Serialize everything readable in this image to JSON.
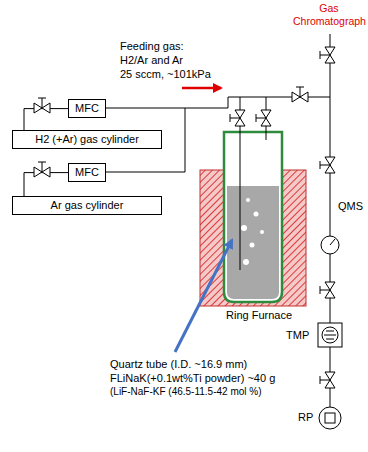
{
  "diagram": {
    "nodes": [
      {
        "text": [
          "MFC"
        ]
      },
      {
        "text": [
          "H2 (+Ar) gas cylinder"
        ]
      },
      {
        "text": [
          "MFC"
        ]
      },
      {
        "text": [
          "Ar gas cylinder"
        ]
      }
    ],
    "edges": [
      {
        "from": 1,
        "to": 0,
        "arrow": "none"
      },
      {
        "from": 3,
        "to": 2,
        "arrow": "none"
      }
    ],
    "labels": [
      "Gas Chromatograph",
      "Feeding gas:",
      "H2/Ar and Ar",
      "25 sccm, ~101kPa",
      "QMS",
      "Ring Furnace",
      "Quartz tube (I.D. ~16.9 mm)",
      "FLiNaK(+0.1wt%Ti powder) ~40 g",
      "(LiF-NaF-KF (46.5-11.5-42 mol %)",
      "TMP",
      "RP"
    ]
  }
}
